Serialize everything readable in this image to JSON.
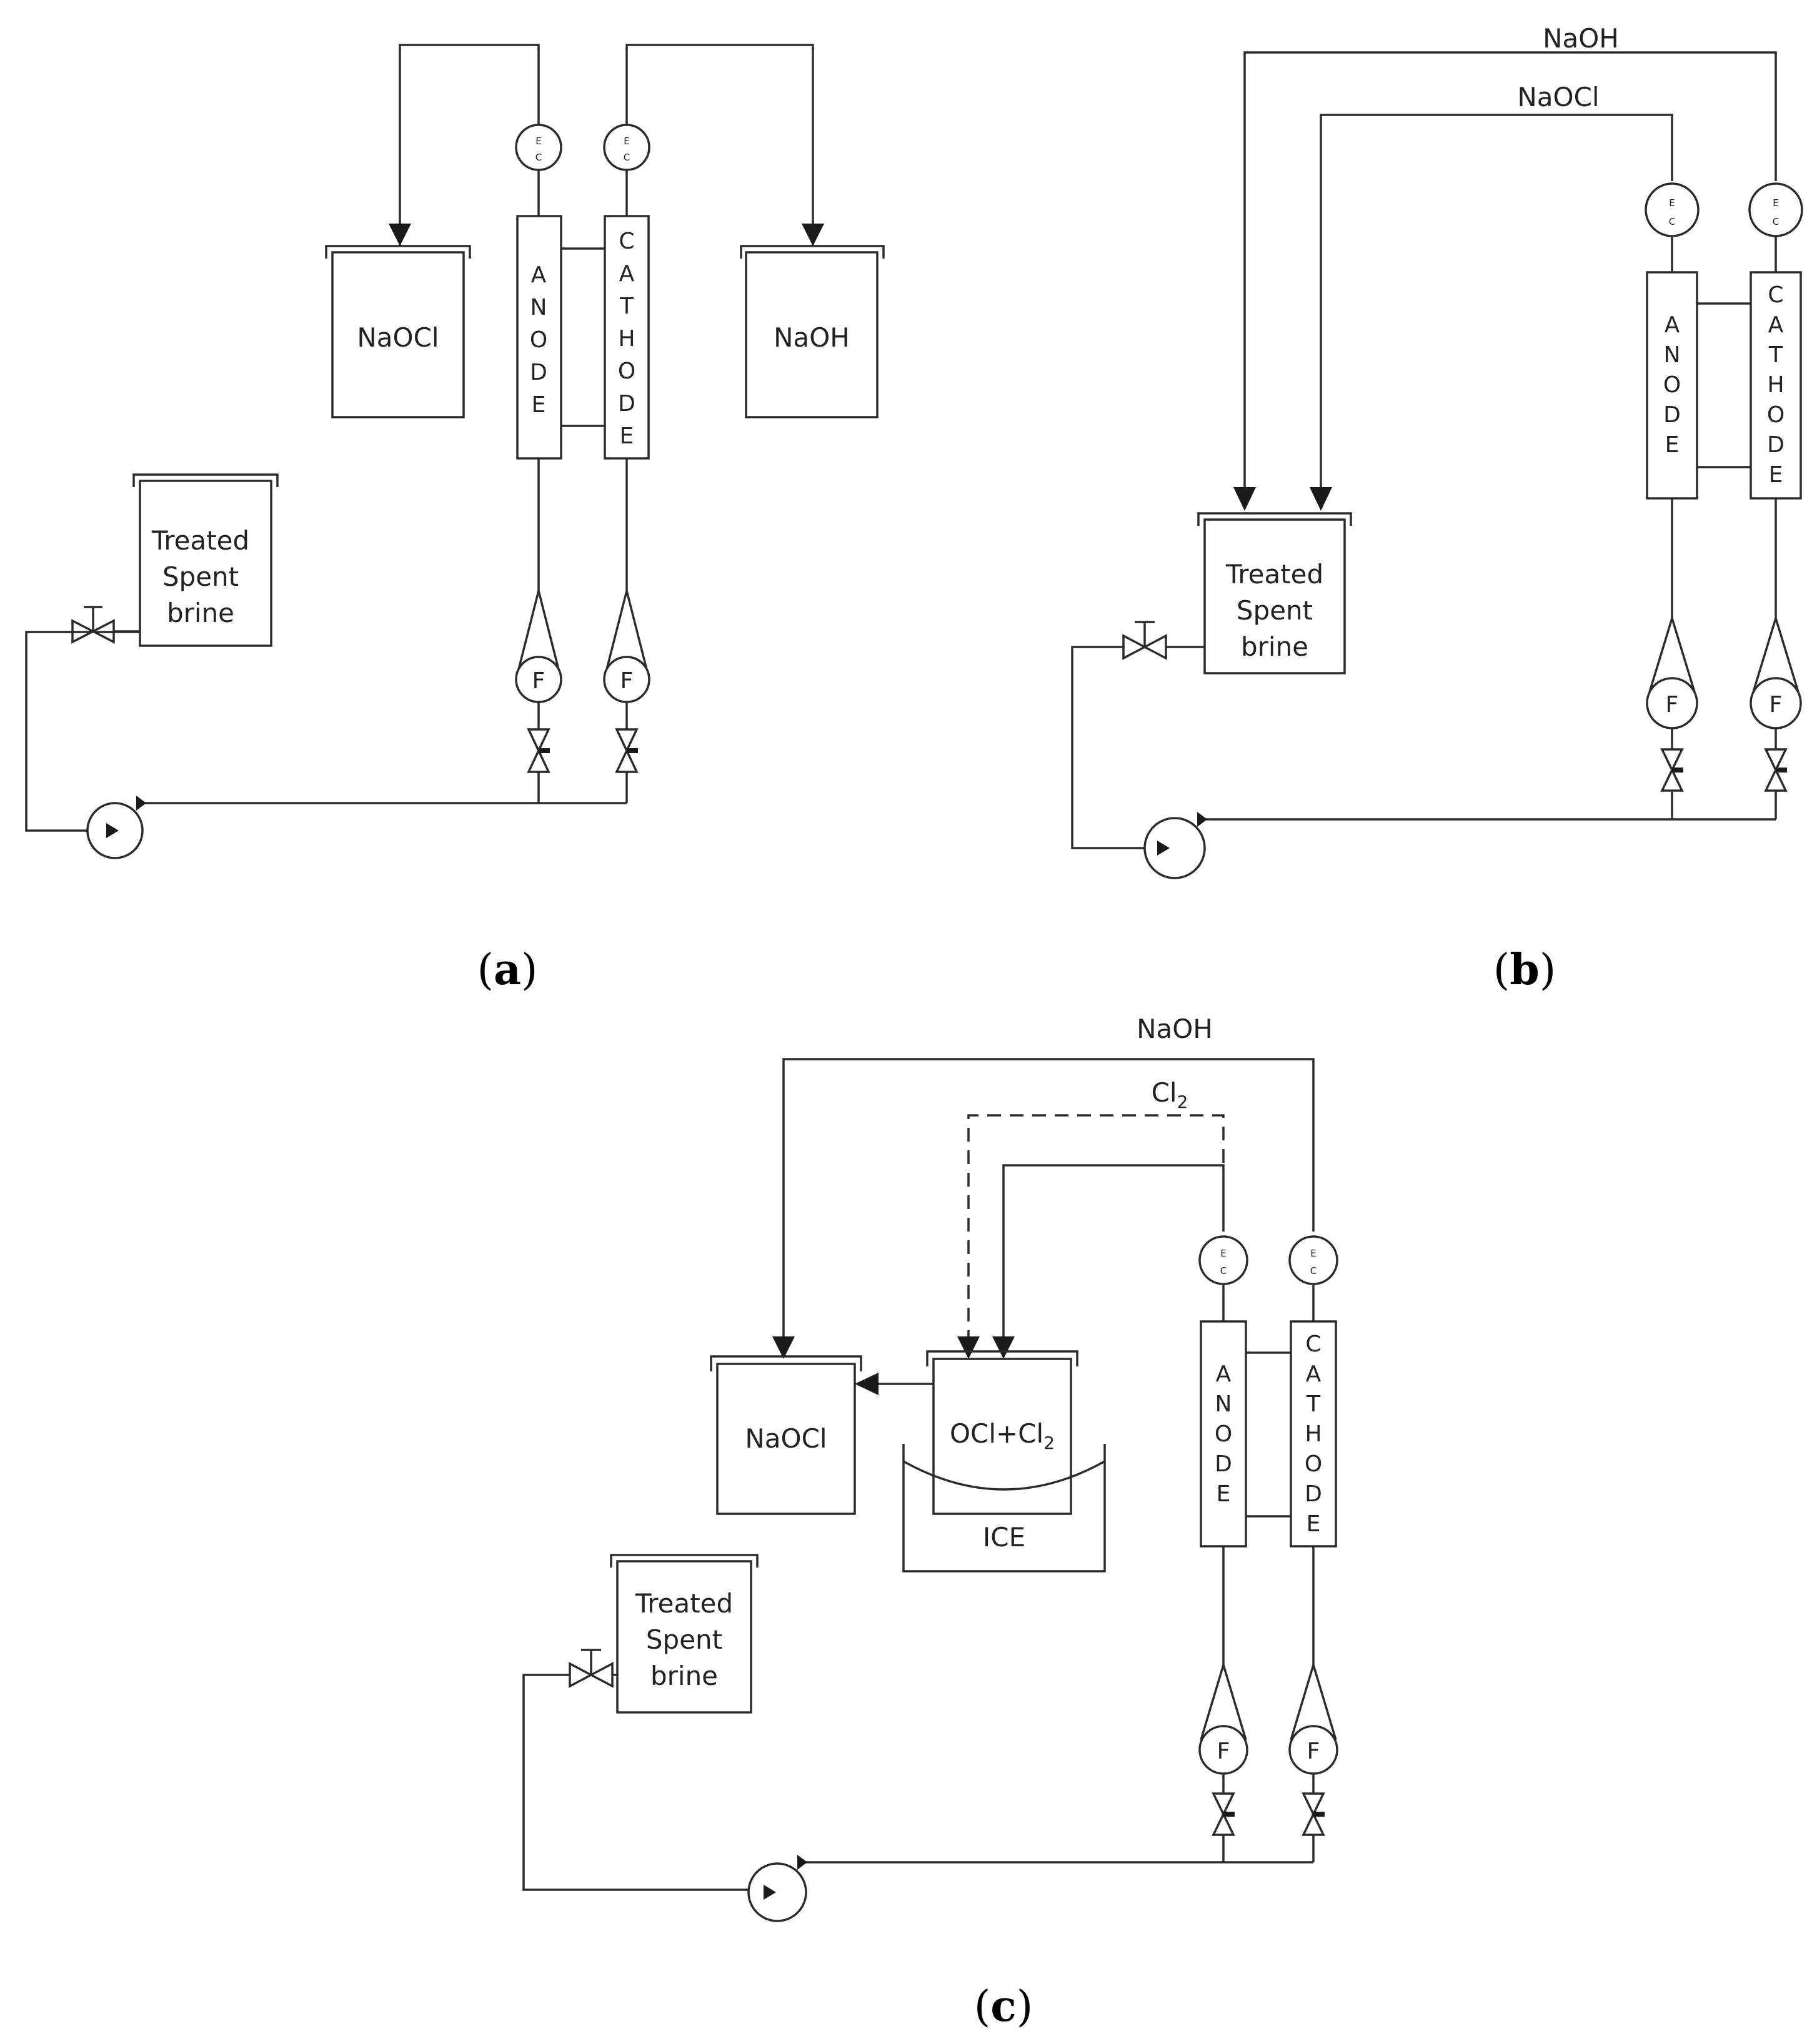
{
  "panels": {
    "a": {
      "caption_open": "(",
      "caption_letter": "a",
      "caption_close": ")",
      "tank_naocl": "NaOCl",
      "tank_naoh": "NaOH",
      "anode_letters": [
        "A",
        "N",
        "O",
        "D",
        "E"
      ],
      "cathode_letters": [
        "C",
        "A",
        "T",
        "H",
        "O",
        "D",
        "E"
      ],
      "sensor_top": "E",
      "sensor_bottom": "C",
      "flow_meter": "F",
      "feed_tank_lines": [
        "Treated",
        "Spent",
        "brine"
      ]
    },
    "b": {
      "caption_open": "(",
      "caption_letter": "b",
      "caption_close": ")",
      "line_naoh": "NaOH",
      "line_naocl": "NaOCl",
      "anode_letters": [
        "A",
        "N",
        "O",
        "D",
        "E"
      ],
      "cathode_letters": [
        "C",
        "A",
        "T",
        "H",
        "O",
        "D",
        "E"
      ],
      "sensor_top": "E",
      "sensor_bottom": "C",
      "flow_meter": "F",
      "feed_tank_lines": [
        "Treated",
        "Spent",
        "brine"
      ]
    },
    "c": {
      "caption_open": "(",
      "caption_letter": "c",
      "caption_close": ")",
      "line_naoh": "NaOH",
      "line_cl2_main": "Cl",
      "line_cl2_sub": "2",
      "tank_naocl": "NaOCl",
      "tank_ocl_main": "OCl+Cl",
      "tank_ocl_sub": "2",
      "ice_bath": "ICE",
      "anode_letters": [
        "A",
        "N",
        "O",
        "D",
        "E"
      ],
      "cathode_letters": [
        "C",
        "A",
        "T",
        "H",
        "O",
        "D",
        "E"
      ],
      "sensor_top": "E",
      "sensor_bottom": "C",
      "flow_meter": "F",
      "feed_tank_lines": [
        "Treated",
        "Spent",
        "brine"
      ]
    }
  }
}
